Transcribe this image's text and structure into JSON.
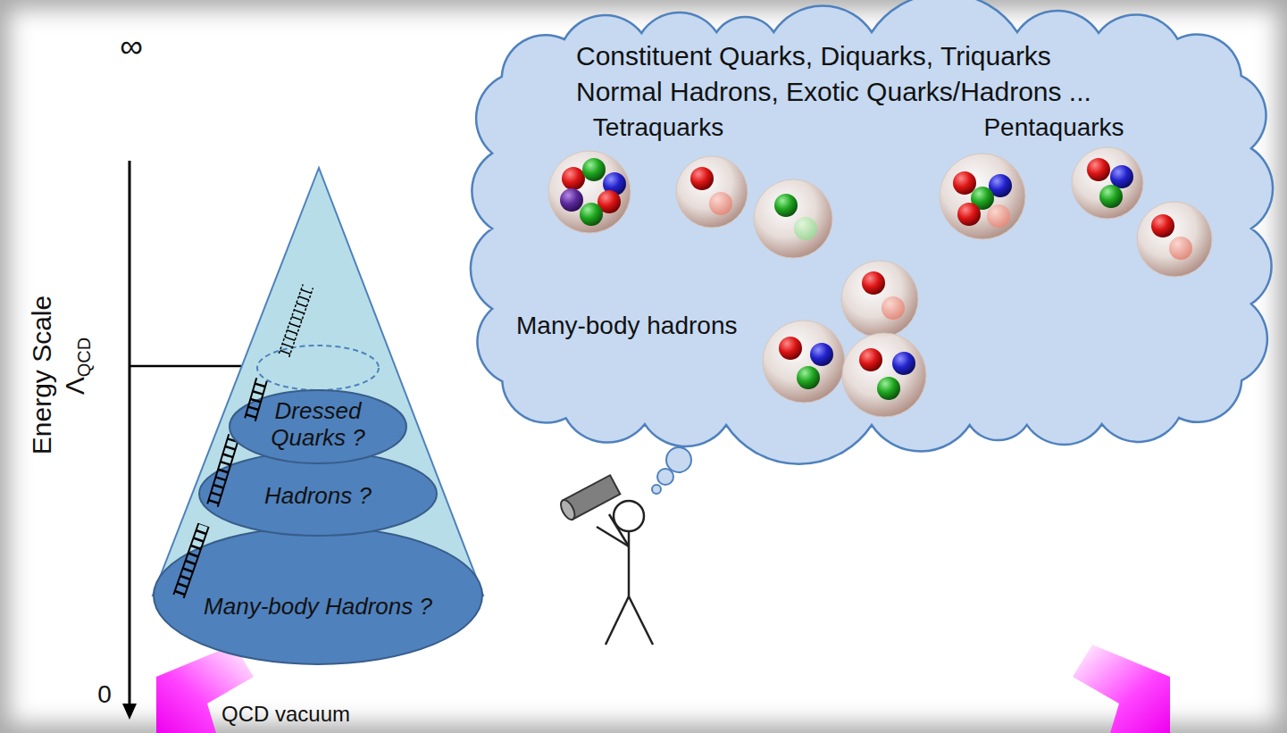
{
  "diagram": {
    "nodes": [
      {
        "text": [
          "Dressed Quarks ?"
        ]
      },
      {
        "text": [
          "Hadrons ?"
        ]
      },
      {
        "text": [
          "Many-body Hadrons ?"
        ]
      },
      {
        "text": [
          "Constituent Quarks, Diquarks, Triquarks",
          "Normal Hadrons, Exotic Quarks/Hadrons ...",
          "Tetraquarks",
          "Pentaquarks",
          "Many-body hadrons"
        ]
      }
    ],
    "labels": [
      "∞",
      "Energy Scale",
      "Λ",
      "QCD",
      "0",
      "QCD vacuum"
    ]
  }
}
